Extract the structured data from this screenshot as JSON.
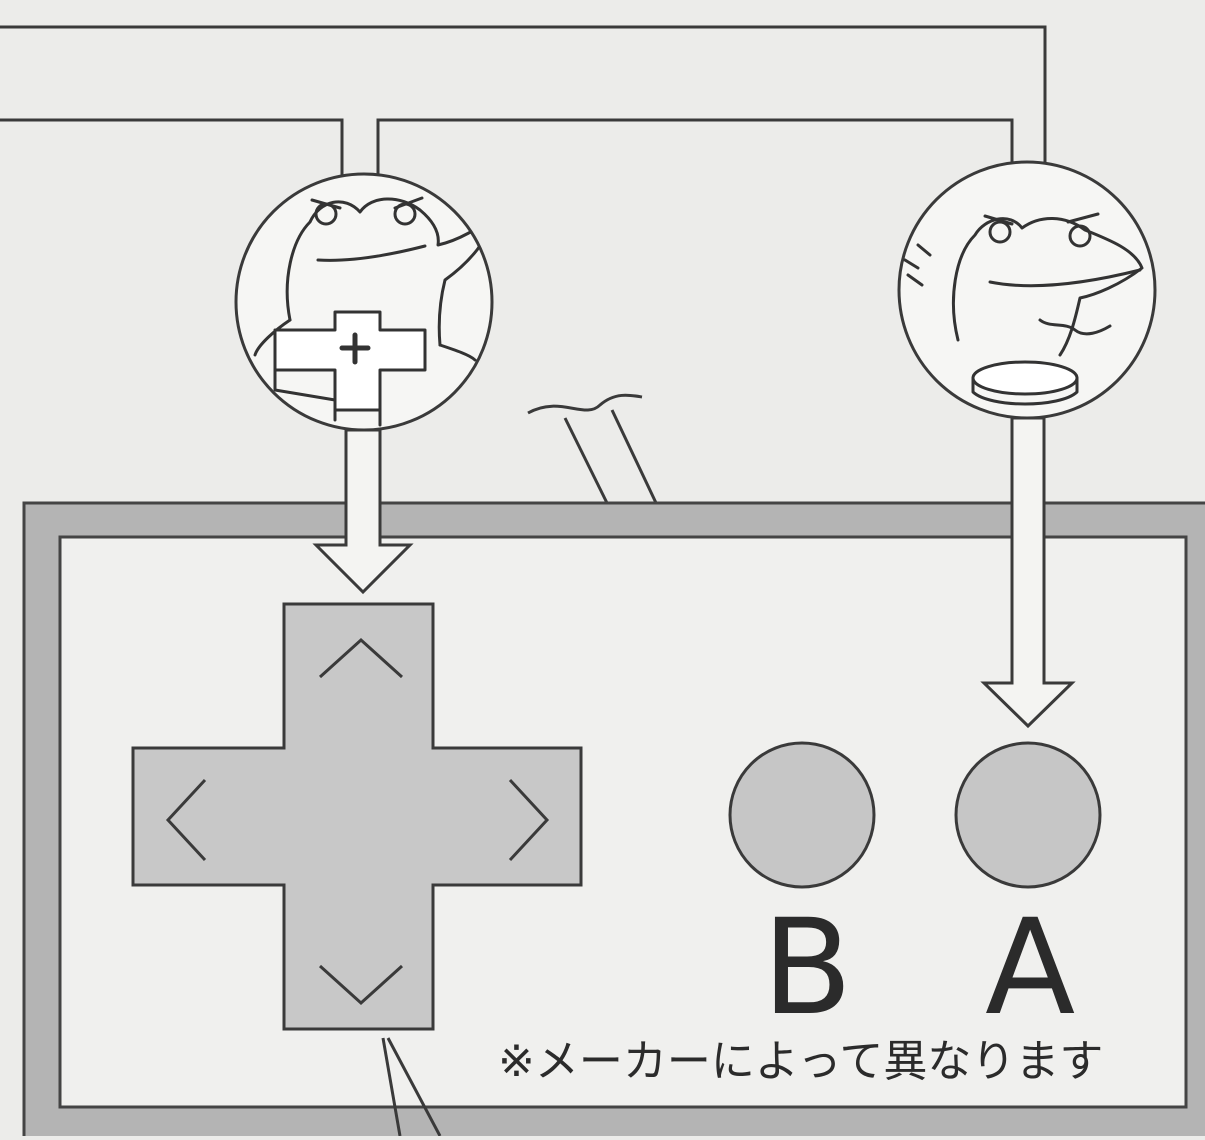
{
  "diagram": {
    "colors": {
      "background": "#ececea",
      "controller_frame": "#b4b4b4",
      "controller_panel": "#f0f0ee",
      "dpad_fill": "#c8c8c8",
      "button_fill": "#c6c6c6",
      "ink": "#333333"
    },
    "icons": [
      "frog-pressing-dpad-icon",
      "frog-pressing-button-icon"
    ],
    "buttons": {
      "b_label": "B",
      "a_label": "A"
    },
    "note": "※メーカーによって異なります"
  }
}
